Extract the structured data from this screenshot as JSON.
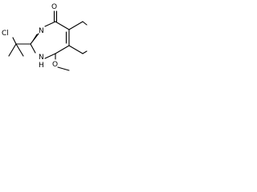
{
  "structure": {
    "atoms": {
      "chlorine": "Cl",
      "ring_nitrogen": "N",
      "nh_group": "N",
      "nh_hydrogen": "H",
      "carbonyl_oxygen": "O",
      "methoxy_oxygen": "O"
    }
  },
  "colors": {
    "bond": "#000000",
    "label": "#000000",
    "background": "#ffffff"
  }
}
